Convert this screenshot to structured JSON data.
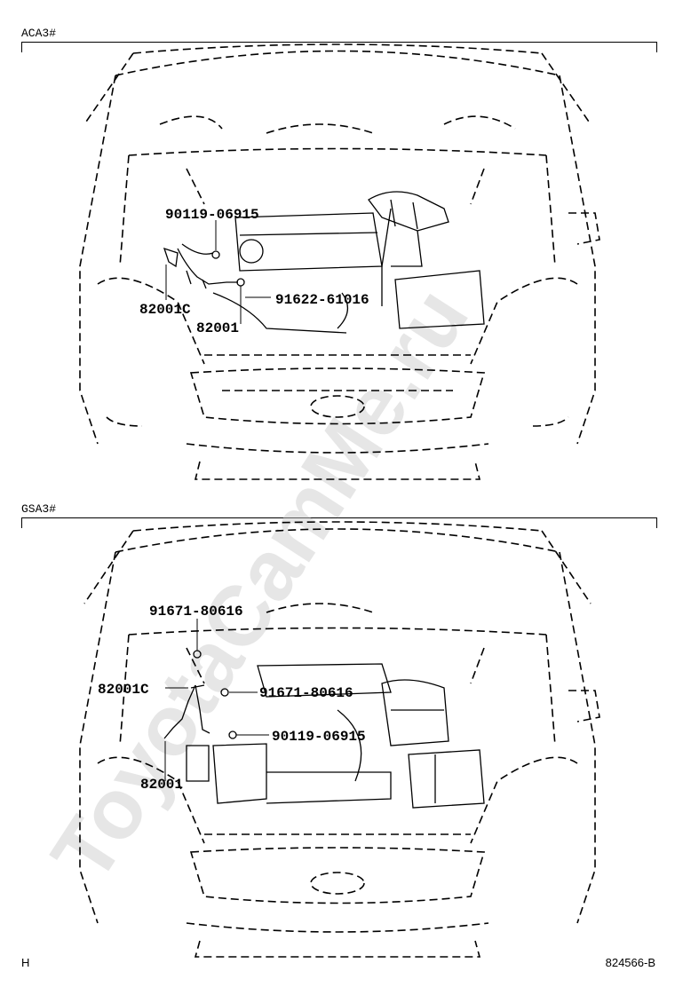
{
  "sections": [
    {
      "label": "ACA3#",
      "callouts": [
        "90119-06915",
        "82001C",
        "91622-61016",
        "82001"
      ]
    },
    {
      "label": "GSA3#",
      "callouts": [
        "91671-80616",
        "82001C",
        "91671-80616",
        "90119-06915",
        "82001"
      ]
    }
  ],
  "watermark": "ToyotaCamMe.ru",
  "footer": {
    "left": "H",
    "right": "824566-B"
  }
}
